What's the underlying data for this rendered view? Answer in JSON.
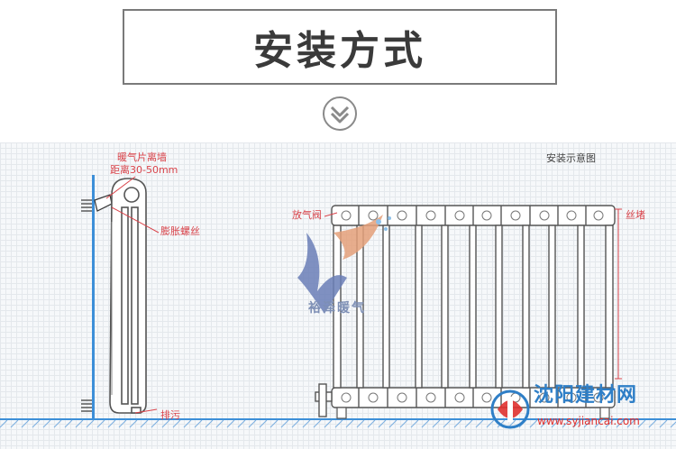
{
  "header": {
    "title": "安装方式"
  },
  "diagram": {
    "caption": "安装示意图",
    "side_view": {
      "label_wall_distance_1": "暖气片离墙",
      "label_wall_distance_2": "距离30-50mm",
      "label_expansion_bolt": "膨胀螺丝",
      "label_drain": "排污"
    },
    "front_view": {
      "label_air_valve": "放气阀",
      "label_wire_plug": "丝堵"
    },
    "brand_watermark": "裕泽暖气",
    "site_logo": {
      "name": "沈阳建材网",
      "url": "www.syjiancai.com"
    }
  },
  "colors": {
    "label_red": "#d9434a",
    "wall_blue": "#3d8fd8",
    "radiator_outline": "#555555",
    "logo_blue": "#2f7fc7",
    "logo_red": "#e0312f"
  },
  "icons": [
    "chevron-down-circle-icon",
    "brand-logo-mark",
    "site-logo-mark"
  ]
}
